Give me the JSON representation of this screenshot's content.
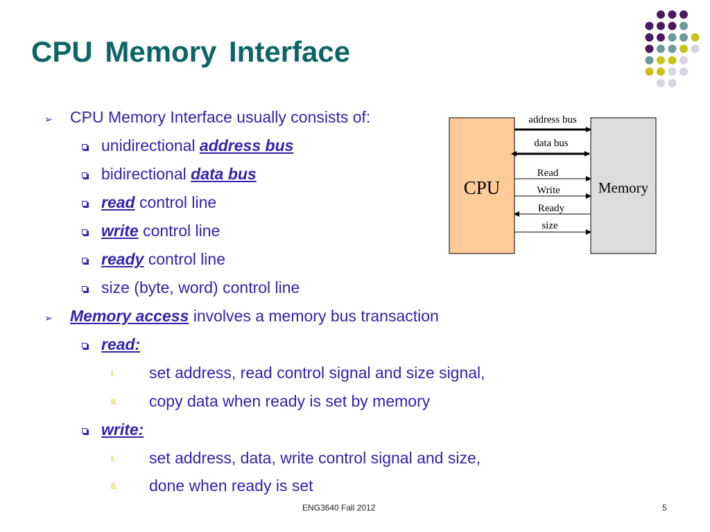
{
  "slide": {
    "title": "CPU  Memory Interface",
    "page_number": "5",
    "footer_text": "ENG3640 Fall 2012"
  },
  "content": {
    "l1_a": "CPU  Memory Interface usually consists of:",
    "items_a": [
      {
        "pre": "unidirectional ",
        "em": "address bus",
        "post": ""
      },
      {
        "pre": "bidirectional ",
        "em": "data bus",
        "post": ""
      },
      {
        "pre": "",
        "em": "read",
        "post": " control line"
      },
      {
        "pre": "",
        "em": "write",
        "post": " control line"
      },
      {
        "pre": "",
        "em": "ready",
        "post": " control line"
      },
      {
        "pre": "size (byte, word) control line",
        "em": "",
        "post": ""
      }
    ],
    "l1_b_em": "Memory access",
    "l1_b_post": " involves a memory bus transaction",
    "read_label": "read:",
    "read_steps": [
      "set address, read control signal and size signal,",
      "copy data when ready is set by memory"
    ],
    "write_label": "write:",
    "write_steps": [
      "set address, data, write control signal and size,",
      "done when ready is set"
    ],
    "roman": [
      "I.",
      "II."
    ]
  },
  "diagram": {
    "cpu_label": "CPU",
    "memory_label": "Memory",
    "signals": [
      "address bus",
      "data bus",
      "Read",
      "Write",
      "Ready",
      "size"
    ]
  },
  "colors": {
    "title": "#0c6566",
    "text": "#3322aa",
    "cpu_box": "#ffcc99",
    "memory_box": "#dddddd",
    "roman": "#c9c21b",
    "dot_purple": "#4b1a5e",
    "dot_teal": "#6f9a9a",
    "dot_yellow": "#c9c21b",
    "dot_lavender": "#d7d4e4"
  }
}
